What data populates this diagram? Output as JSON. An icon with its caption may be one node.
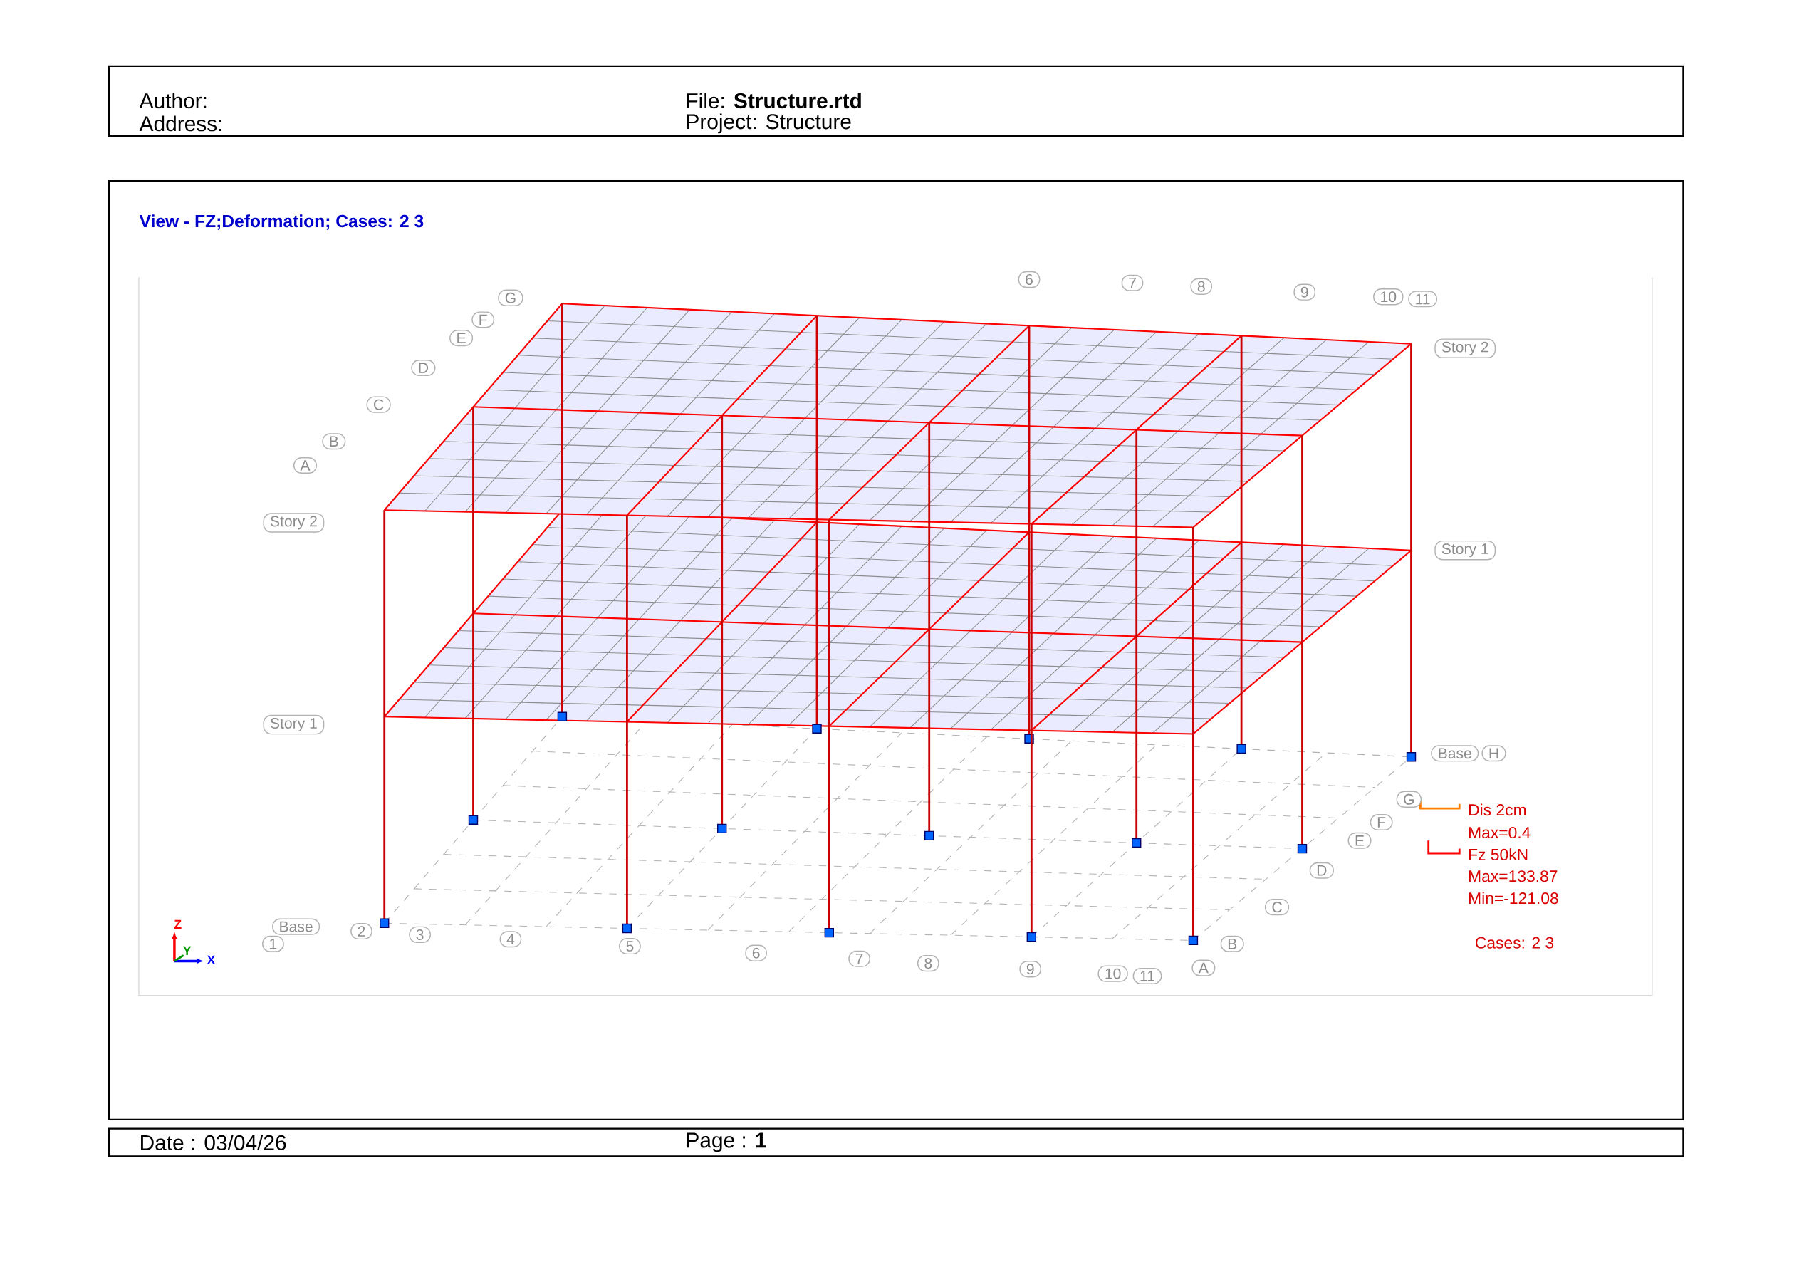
{
  "diagram": {
    "title": "View - FZ;Deformation; Cases: 2 3",
    "labels": [
      "Author:",
      "File: **Structure.rtd**",
      "Address:",
      "Project: Structure",
      "G",
      "6",
      "7",
      "8",
      "9",
      "10",
      "11",
      "F",
      "E",
      "D",
      "C",
      "B",
      "A",
      "Story 2",
      "Story 2",
      "Story 1",
      "Story 1",
      "Base",
      "H",
      "Base",
      "1",
      "2",
      "3",
      "4",
      "5",
      "6",
      "7",
      "8",
      "9",
      "10",
      "11",
      "A",
      "B",
      "C",
      "D",
      "E",
      "F",
      "G",
      "Max=0.4",
      "Max=133.87",
      "Min=-121.08",
      "Cases: 2 3",
      "Z",
      "Y",
      "X",
      "Date : 03/04/26",
      "Page : **1**"
    ],
    "legend": [
      {
        "text": "Dis 2cm"
      },
      {
        "text": "Fz 50kN"
      }
    ]
  }
}
